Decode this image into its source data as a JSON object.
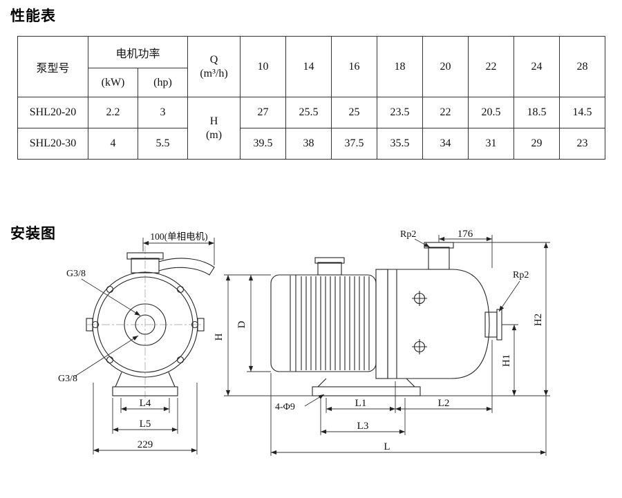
{
  "page": {
    "performance_title": "性能表",
    "installation_title": "安装图"
  },
  "table": {
    "header": {
      "pump_model": "泵型号",
      "motor_power": "电机功率",
      "kw": "(kW)",
      "hp": "(hp)",
      "q_symbol": "Q",
      "q_unit": "(m³/h)",
      "h_symbol": "H",
      "h_unit": "(m)",
      "flow_values": [
        "10",
        "14",
        "16",
        "18",
        "20",
        "22",
        "24",
        "28"
      ]
    },
    "rows": [
      {
        "model": "SHL20-20",
        "kw": "2.2",
        "hp": "3",
        "heads": [
          "27",
          "25.5",
          "25",
          "23.5",
          "22",
          "20.5",
          "18.5",
          "14.5"
        ]
      },
      {
        "model": "SHL20-30",
        "kw": "4",
        "hp": "5.5",
        "heads": [
          "39.5",
          "38",
          "37.5",
          "35.5",
          "34",
          "31",
          "29",
          "23"
        ]
      }
    ]
  },
  "diagram": {
    "front_view": {
      "dim_motor_width": "100(单相电机)",
      "port_top_label": "G3/8",
      "port_bottom_label": "G3/8",
      "dim_l4": "L4",
      "dim_l5": "L5",
      "dim_width": "229"
    },
    "side_view": {
      "inlet_label": "Rp2",
      "dim_176": "176",
      "outlet_label": "Rp2",
      "dim_h": "H",
      "dim_d": "D",
      "dim_h1": "H1",
      "dim_h2": "H2",
      "dim_bolt_holes": "4-Φ9",
      "dim_l1": "L1",
      "dim_l2": "L2",
      "dim_l3": "L3",
      "dim_l": "L"
    }
  }
}
